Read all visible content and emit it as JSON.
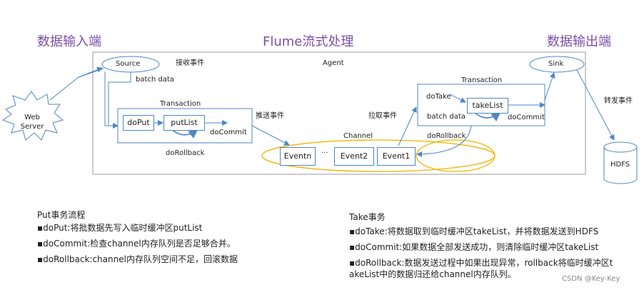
{
  "headers": {
    "input": "数据输入端",
    "process": "Flume流式处理",
    "output": "数据输出端"
  },
  "nodes": {
    "web_server": "Web\nServer",
    "source": "Source",
    "sink": "Sink",
    "agent": "Agent",
    "hdfs": "HDFS",
    "channel": "Channel",
    "transaction_put": "Transaction",
    "transaction_take": "Transaction",
    "do_put": "doPut",
    "put_list": "putList",
    "do_take": "doTake",
    "take_list": "takeList",
    "event_n": "Eventn",
    "event_dots": "...",
    "event_2": "Event2",
    "event_1": "Event1"
  },
  "labels": {
    "receive_event": "接收事件",
    "batch_data_left": "batch data",
    "do_commit_left": "doCommit",
    "do_rollback_left": "doRollback",
    "push_event": "推送事件",
    "pull_event": "拉取事件",
    "batch_data_right": "batch data",
    "do_commit_right": "doCommit",
    "do_rollback_right": "doRollback",
    "forward_event": "转发事件"
  },
  "put_notes": {
    "title": "Put事务流程",
    "items": [
      "▪doPut:将批数据先写入临时缓冲区putList",
      "▪doCommit:检查channel内存队列是否足够合并。",
      "▪doRollback:channel内存队列空间不足，回滚数据"
    ]
  },
  "take_notes": {
    "title": "Take事务",
    "items": [
      "▪doTake:将数据取到临时缓冲区takeList，并将数据发送到HDFS",
      "▪doCommit:如果数据全部发送成功，则清除临时缓冲区takeList",
      "▪doRollback:数据发送过程中如果出现异常，rollback将临时缓冲区t",
      "akeList中的数据归还给channel内存队列。"
    ]
  },
  "watermark": "CSDN @Key-Key",
  "colors": {
    "heading": "#7b4fa6",
    "line": "#4f86c6",
    "channel_outline": "#f0b400"
  }
}
